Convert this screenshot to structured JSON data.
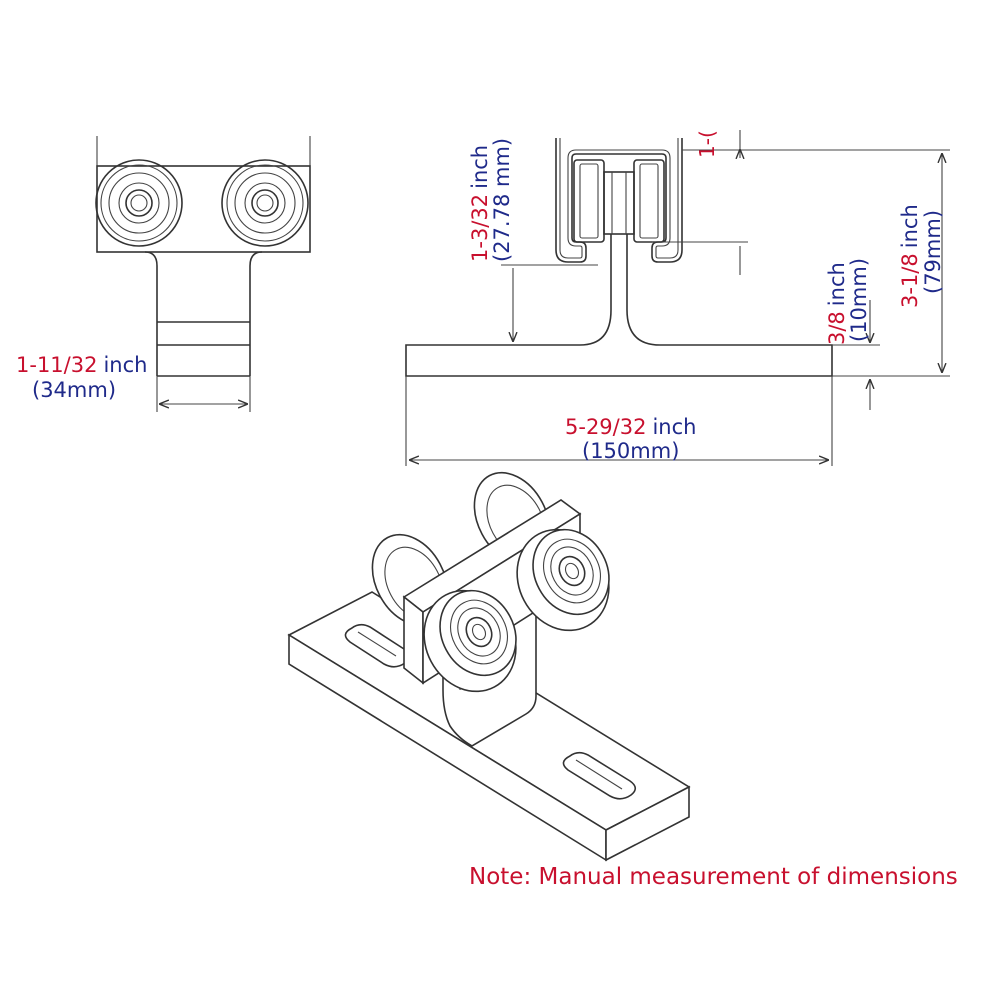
{
  "colors": {
    "fraction": "#c8102e",
    "metric": "#1f2a8a",
    "note": "#c8102e",
    "line": "#333333"
  },
  "dimensions": {
    "width_side": {
      "fraction": "1-11/32",
      "unit": "inch",
      "metric": "(34mm)"
    },
    "wheel_height": {
      "fraction": "1-3/32",
      "unit": "inch",
      "metric": "(27.78 mm)"
    },
    "total_height": {
      "fraction": "3-1/8",
      "unit": "inch",
      "metric": "(79mm)"
    },
    "plate_thickness": {
      "fraction": "3/8",
      "unit": "inch",
      "metric": "(10mm)"
    },
    "plate_length": {
      "fraction": "5-29/32",
      "unit": "inch",
      "metric": "(150mm)"
    },
    "clipped_label": "1-("
  },
  "note": "Note: Manual measurement of dimensions"
}
